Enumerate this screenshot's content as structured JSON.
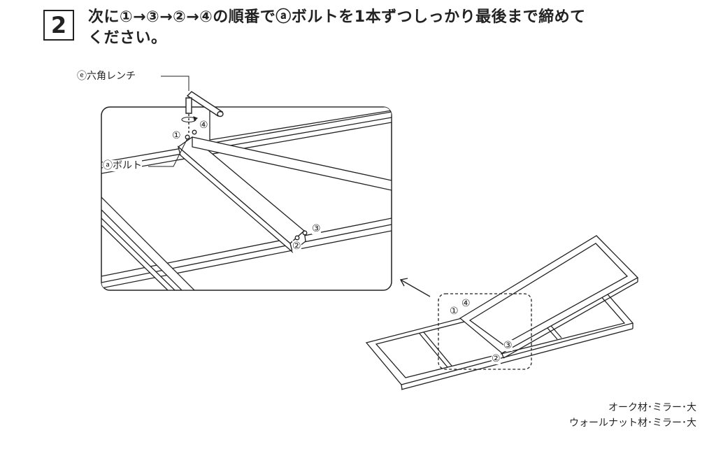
{
  "step": {
    "number": "2"
  },
  "instruction": {
    "line1": "次に①→③→②→④の順番でⓐボルトを1本ずつしっかり最後まで締めて",
    "line2": "ください。"
  },
  "detail": {
    "wrench_label": "ⓔ六角レンチ",
    "bolt_label": "ⓐボルト",
    "hole_1": "①",
    "hole_2": "②",
    "hole_3": "③",
    "hole_4": "④"
  },
  "overview": {
    "hole_1": "①",
    "hole_2": "②",
    "hole_3": "③",
    "hole_4": "④"
  },
  "variants": [
    "オーク材･ミラー･大",
    "ウォールナット材･ミラー･大"
  ]
}
